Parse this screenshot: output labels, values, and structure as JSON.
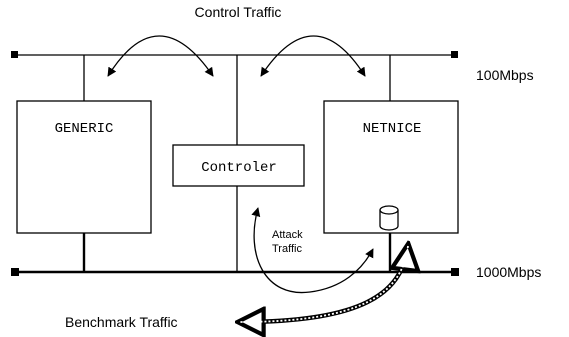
{
  "labels": {
    "control_traffic": "Control Traffic",
    "bus_100": "100Mbps",
    "bus_1000": "1000Mbps",
    "generic": "GENERIC",
    "netnice": "NETNICE",
    "controller": "Controler",
    "attack_line1": "Attack",
    "attack_line2": "Traffic",
    "benchmark_traffic": "Benchmark Traffic"
  },
  "colors": {
    "line": "#000000",
    "background": "#ffffff"
  }
}
